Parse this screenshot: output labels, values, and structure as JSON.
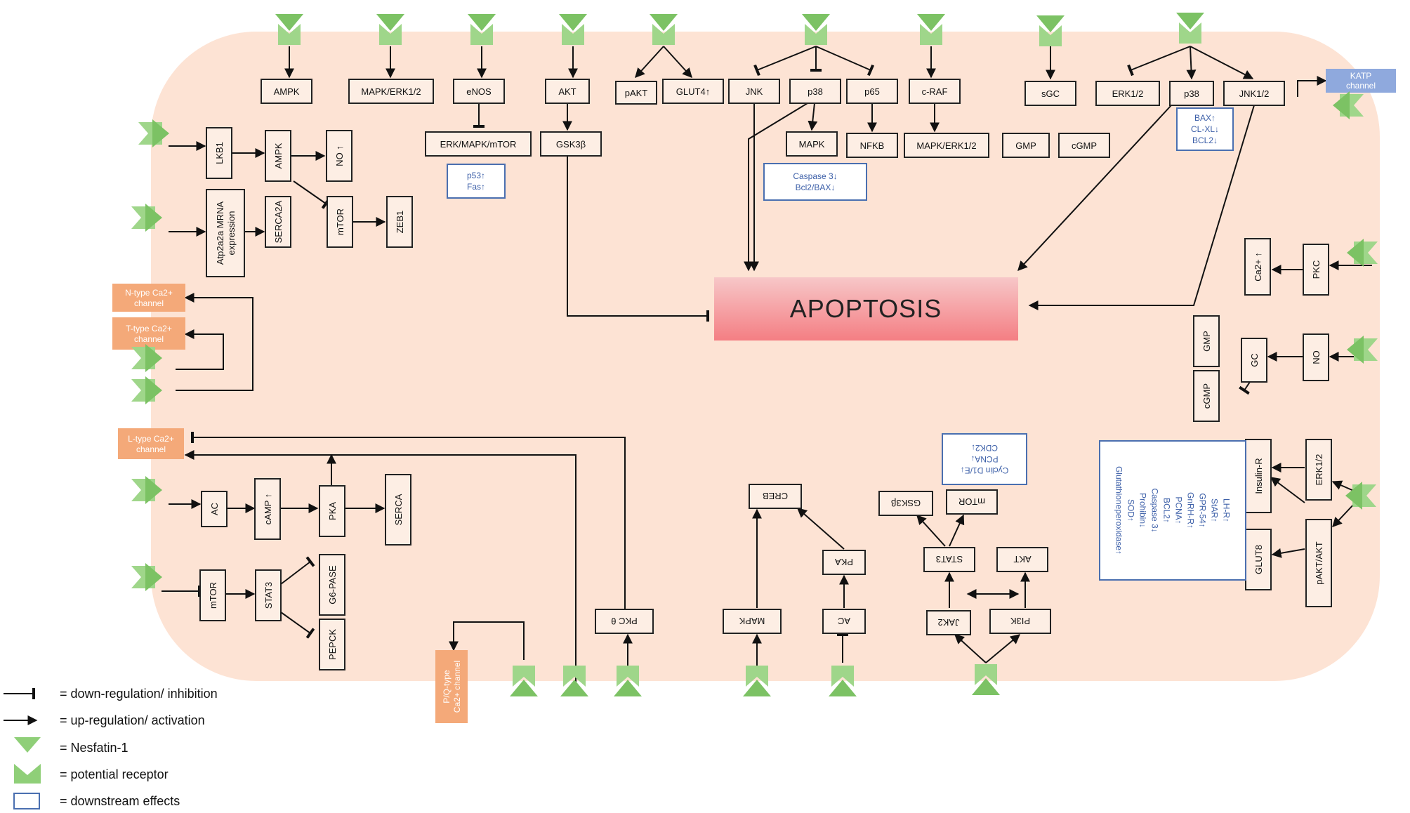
{
  "center": "APOPTOSIS",
  "labels": {
    "ampk": "AMPK",
    "mapk_erk1": "MAPK/ERK1/2",
    "enos": "eNOS",
    "akt": "AKT",
    "pakt": "pAKT",
    "glut4": "GLUT4↑",
    "jnk": "JNK",
    "p38_top": "p38",
    "p65": "p65",
    "craf": "c-RAF",
    "sgc": "sGC",
    "erk12_top": "ERK1/2",
    "p38_top2": "p38",
    "jnk12": "JNK1/2",
    "katp": "KATP\nchannel",
    "erk_mapk_mtor": "ERK/MAPK/mTOR",
    "gsk3b": "GSK3β",
    "mapk_mid": "MAPK",
    "nfkb": "NFKB",
    "mapk_erk2": "MAPK/ERK1/2",
    "gmp_top": "GMP",
    "cgmp_top": "cGMP",
    "lkb1": "LKB1",
    "ampk_v": "AMPK",
    "no_up": "NO ↑",
    "mtor_v": "mTOR",
    "zeb1": "ZEB1",
    "atp2a2a": "Atp2a2a MRNA\nexpression",
    "serca2a": "SERCA2A",
    "ntype": "N-type Ca2+\nchannel",
    "ttype": "T-type Ca2+\nchannel",
    "ltype": "L-type Ca2+\nchannel",
    "pqtype": "P/Q-type\nCa2+ channel",
    "ca2": "Ca2+ ↑",
    "pkc": "PKC",
    "gmp_r": "GMP",
    "gc": "GC",
    "no_r": "NO",
    "cgmp_r": "cGMP",
    "ac_l": "AC",
    "camp": "cAMP ↑",
    "pka_l": "PKA",
    "serca": "SERCA",
    "mtor_l": "mTOR",
    "stat3_l": "STAT3",
    "g6pase": "G6-PASE",
    "pepck": "PEPCK",
    "pkc_theta": "PKC θ",
    "creb": "CREB",
    "mapk_b": "MAPK",
    "pka_b": "PKA",
    "ac_b": "AC",
    "gsk3b_b": "GSK3β",
    "mtor_b": "mTOR",
    "stat3_b": "STAT3",
    "akt_b": "AKT",
    "jak2": "JAK2",
    "pi3k": "PI3K",
    "insulin_r": "Insulin-R",
    "erk12_r": "ERK1/2",
    "glut8": "GLUT8",
    "pakt_akt": "pAKT/AKT"
  },
  "effects": {
    "p53_fas": [
      "p53↑",
      "Fas↑"
    ],
    "caspase": [
      "Caspase 3↓",
      "Bcl2/BAX↓"
    ],
    "bax": [
      "BAX↑",
      "CL-XL↓",
      "BCL2↓"
    ],
    "cyclin": [
      "Cyclin D1/E↓",
      "PCNA↓",
      "CDK2↓"
    ],
    "gene_list": [
      "LH-R↑",
      "StAR↑",
      "GPR-54↑",
      "GnRH-R↑",
      "PCNA↑",
      "BCL2↑",
      "Caspase 3↓",
      "Prohibin↓",
      "SOD↑",
      "Glutathioneperoxidase↑"
    ]
  },
  "legend": {
    "inhibition": "= down-regulation/ inhibition",
    "activation": "= up-regulation/ activation",
    "nesfatin": "= Nesfatin-1",
    "receptor": "= potential receptor",
    "effects": "= downstream effects"
  },
  "colors": {
    "background": "#fde3d4",
    "receptor": "#8fcf78",
    "receptor_dark": "#7cc264",
    "apoptosis_top": "#f7c7c8",
    "apoptosis_bottom": "#f47e83",
    "channel": "#f4a979",
    "katp": "#8fa9dd",
    "effect_border": "#4a6fb0"
  }
}
